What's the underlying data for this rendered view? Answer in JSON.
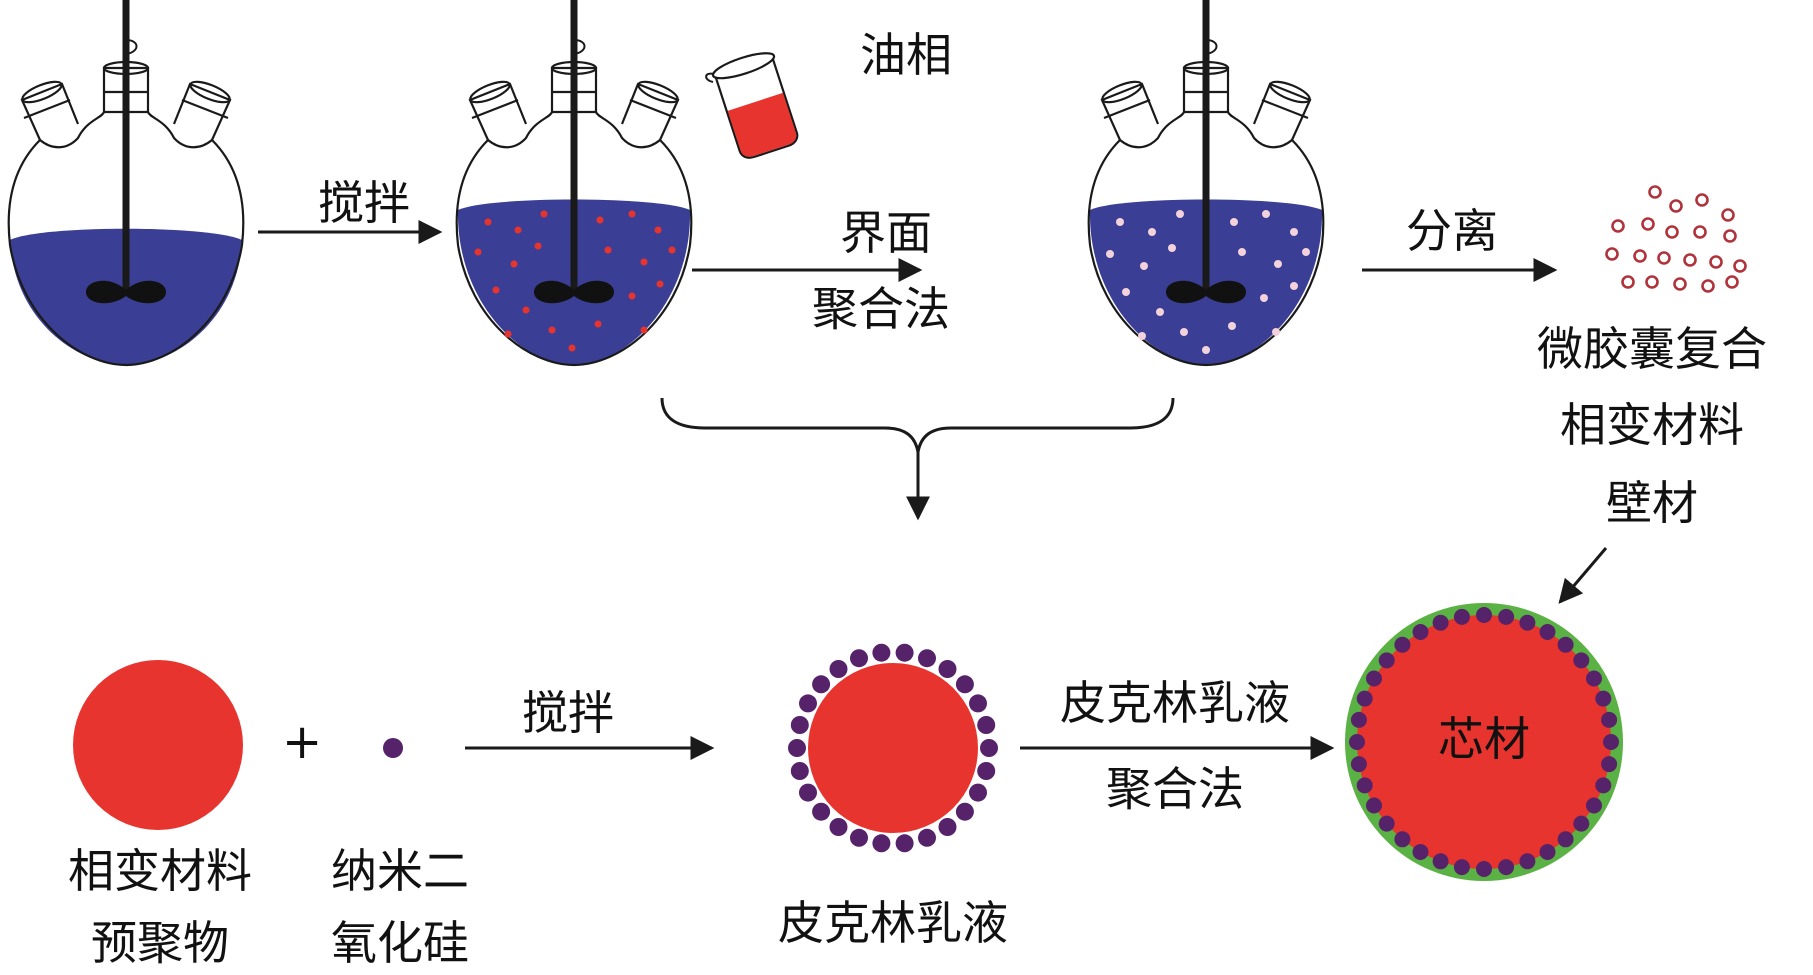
{
  "colors": {
    "water_phase": "#3a3f95",
    "oil_phase": "#e8342e",
    "pcm_core": "#e8342e",
    "silica": "#56236a",
    "wall": "#5bb244",
    "droplet_light": "#f4d2dc",
    "line": "#1a1a1a"
  },
  "icons": [
    "flask-icon",
    "beaker-icon",
    "microcapsule-icon"
  ],
  "top_row": {
    "stir_label": "搅拌",
    "oil_phase_label": "油相",
    "interfacial_label_1": "界面",
    "interfacial_label_2": "聚合法",
    "separate_label": "分离",
    "product_line_1": "微胶囊复合",
    "product_line_2": "相变材料"
  },
  "bottom_row": {
    "pcm_prepolymer_line_1": "相变材料",
    "pcm_prepolymer_line_2": "预聚物",
    "plus": "+",
    "silica_line_1": "纳米二",
    "silica_line_2": "氧化硅",
    "stir_label": "搅拌",
    "pickering_label": "皮克林乳液",
    "pickering_method_1": "皮克林乳液",
    "pickering_method_2": "聚合法",
    "wall_label": "壁材",
    "core_label": "芯材"
  }
}
